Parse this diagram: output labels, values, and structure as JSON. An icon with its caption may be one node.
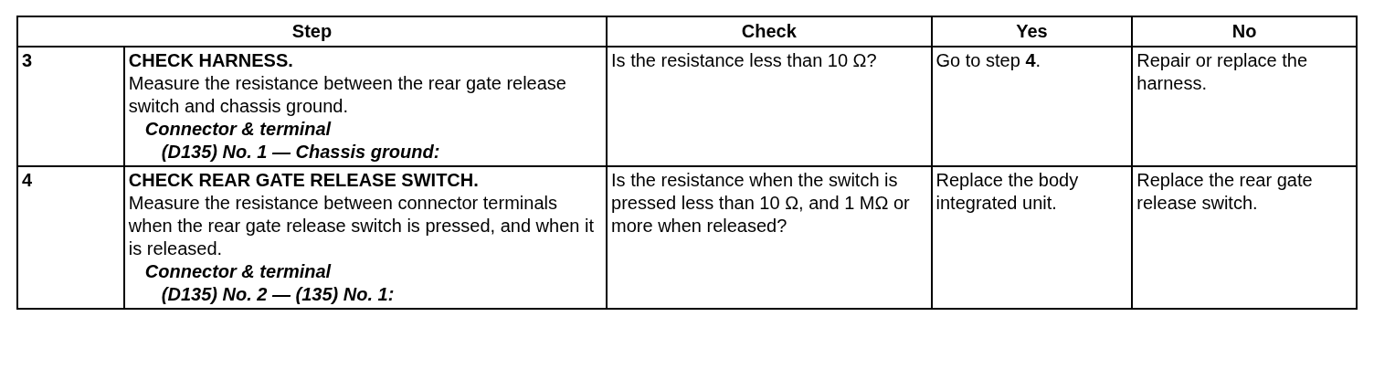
{
  "diagram": {
    "labels": [
      "Step",
      "Check",
      "Yes",
      "No",
      "3",
      "CHECK HARNESS.",
      "Measure the resistance between the rear gate release switch and chassis ground.",
      "Connector & terminal",
      "(D135) No. 1 — Chassis ground:",
      "Is the resistance less than 10 Ω?",
      "Go to step **4**.",
      "Repair or replace the harness.",
      "4",
      "CHECK REAR GATE RELEASE SWITCH.",
      "Measure the resistance between connector terminals when the rear gate release switch is pressed, and when it is released.",
      "Connector & terminal",
      "(D135) No. 2 — (135) No. 1:",
      "Is the resistance when the switch is pressed less than 10 Ω, and 1 MΩ or more when released?",
      "Replace the body integrated unit.",
      "Replace the rear gate release switch."
    ]
  }
}
